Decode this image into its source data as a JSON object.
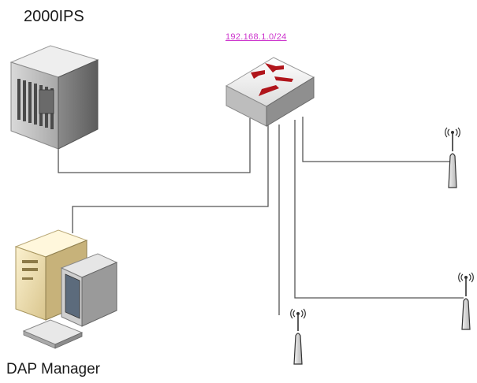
{
  "labels": {
    "server": "2000IPS",
    "manager": "DAP Manager",
    "subnet": "192.168.1.0/24"
  },
  "icons": {
    "server": "server-tower-icon",
    "switch": "network-switch-icon",
    "workstation": "desktop-computer-icon",
    "access_point": "wireless-access-point-icon"
  },
  "colors": {
    "subnet_text": "#cc33cc",
    "arrows": "#b0151b",
    "lines": "#555555"
  }
}
